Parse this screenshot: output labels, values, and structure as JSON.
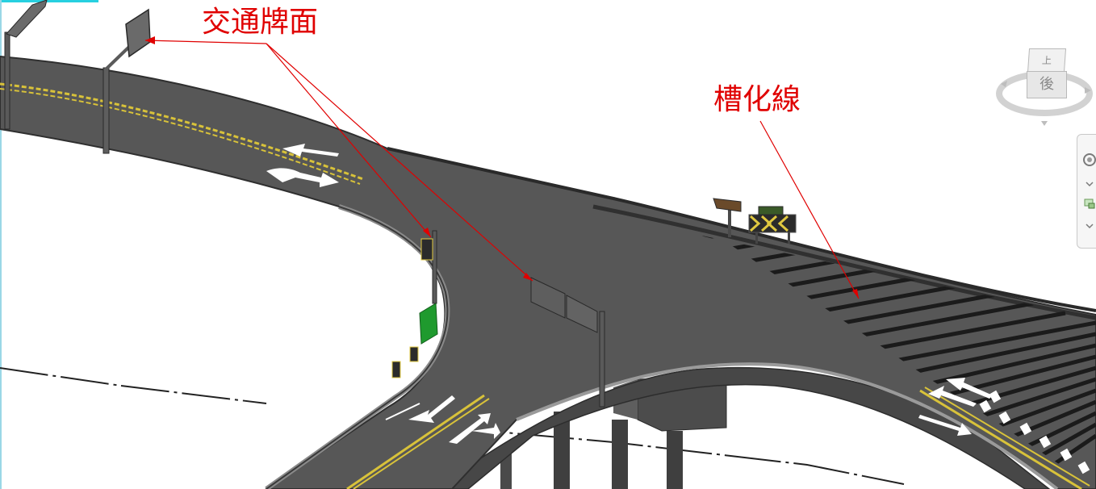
{
  "annotations": {
    "sign_faces": "交通牌面",
    "channelization_lines": "槽化線"
  },
  "viewcube": {
    "top_label": "上",
    "front_label": "後"
  },
  "colors": {
    "annotation_red": "#e00000",
    "road_surface": "#525252",
    "road_edge": "#3a3a3a",
    "lane_yellow": "#d8c23a",
    "sign_green": "#1f9a2e",
    "sign_gray": "#6a6a6a"
  }
}
